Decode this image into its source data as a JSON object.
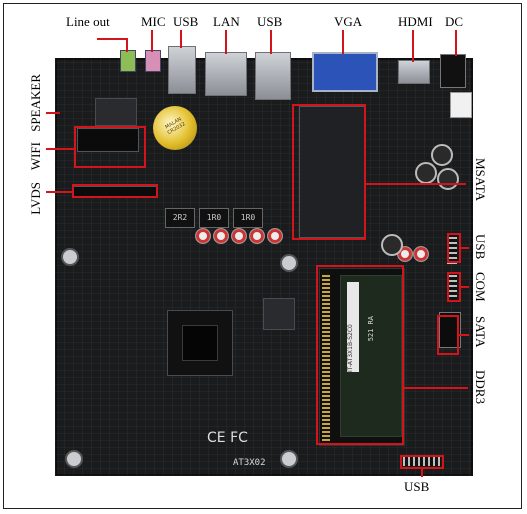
{
  "top_labels": {
    "line_out": "Line out",
    "mic": "MIC",
    "usb_left": "USB",
    "lan": "LAN",
    "usb_right": "USB",
    "vga": "VGA",
    "hdmi": "HDMI",
    "dc": "DC"
  },
  "left_labels": {
    "speaker": "SPEAKER",
    "wifi": "WIFI",
    "lvds": "LVDS"
  },
  "right_labels": {
    "msata": "MSATA",
    "usb": "USB",
    "com": "COM",
    "sata": "SATA",
    "ddr3": "DDR3"
  },
  "bottom_labels": {
    "usb": "USB"
  },
  "silkscreen": {
    "model": "AT3X02",
    "cert": "CE FC",
    "battery": "MALAN CR2032",
    "choke_a": "2R2",
    "choke_b": "1R0",
    "choke_c": "1R0",
    "dimm_label": "IT-AT3X1B-S2C0",
    "dimm_code": "521 RA"
  },
  "colors": {
    "annotation": "#d3141b",
    "board": "#1a1b1d"
  }
}
